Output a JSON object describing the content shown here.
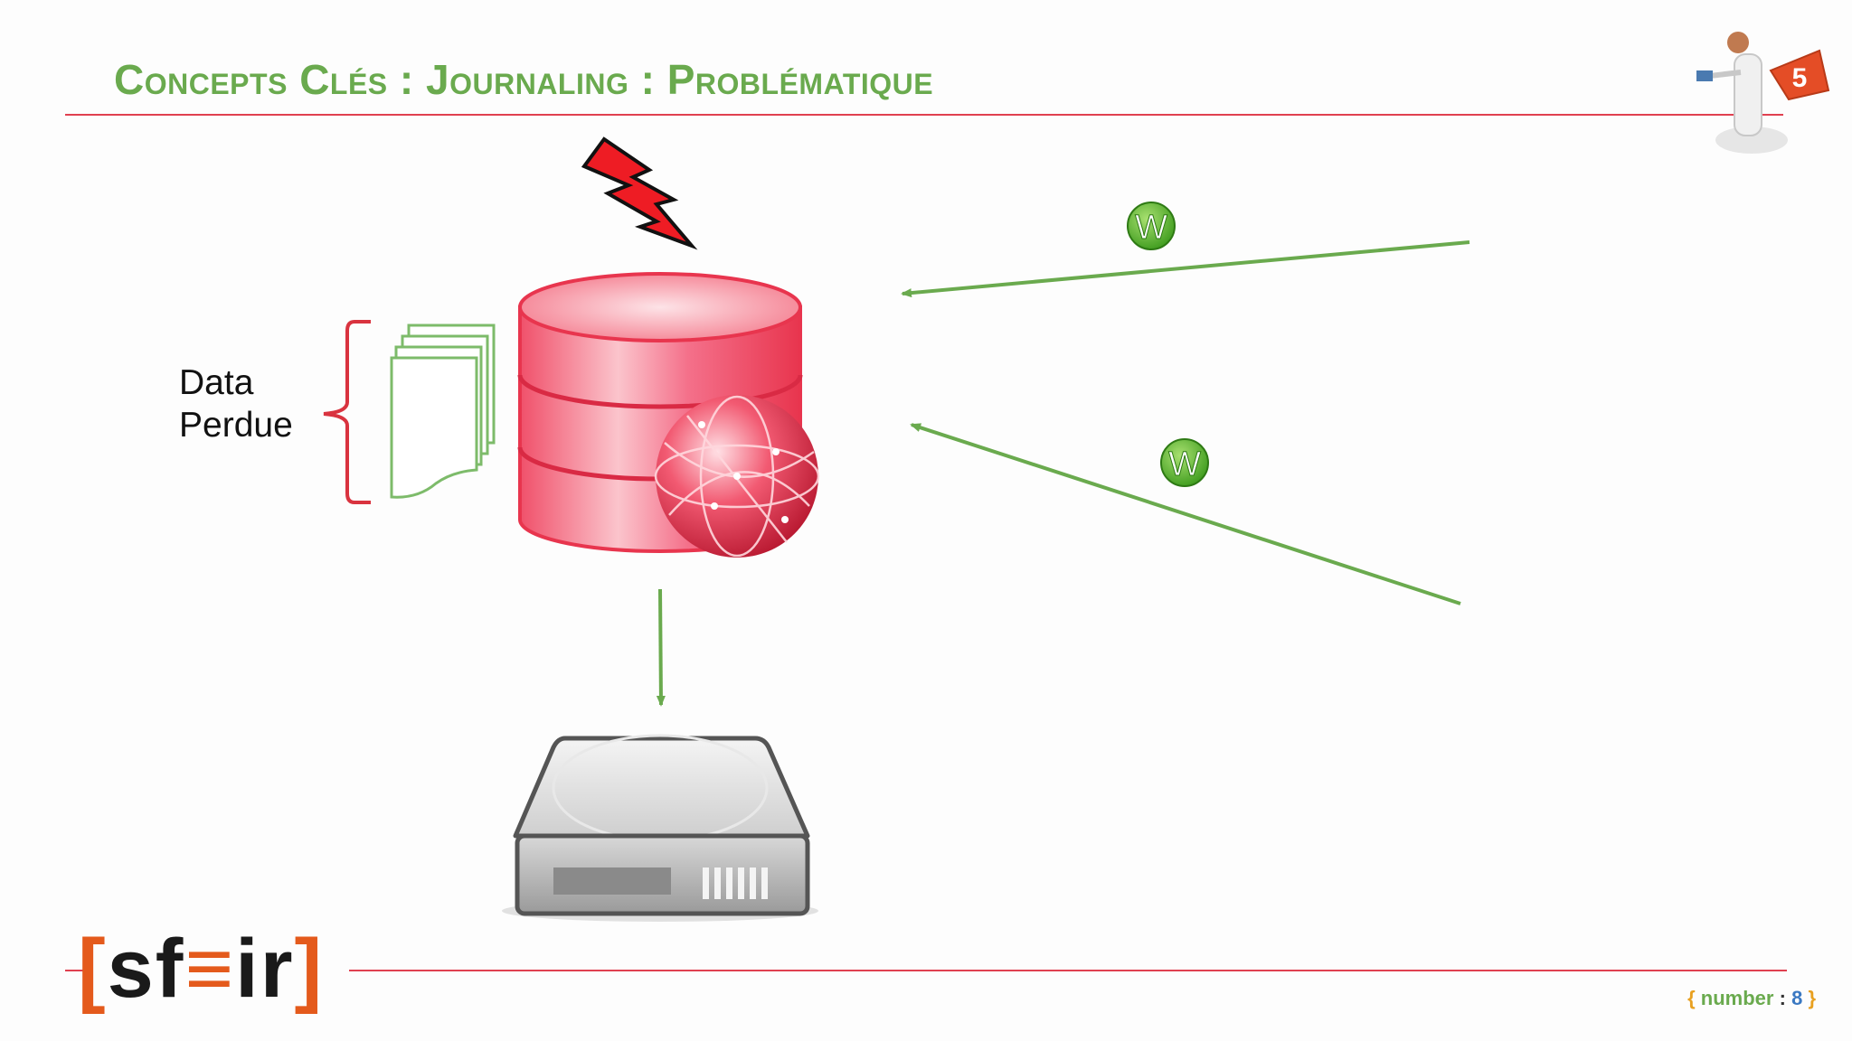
{
  "slide": {
    "title": "Concepts Clés : Journaling : Problématique",
    "lost_data_label": [
      "Data",
      "Perdue"
    ],
    "write_badge_label": "W",
    "footer": {
      "open_brace": "{",
      "key": "number",
      "separator": ":",
      "value": "8",
      "close_brace": "}"
    },
    "logo": {
      "open_bracket": "[",
      "text_before": "sf",
      "symbol": "≡",
      "text_after": "ir",
      "close_bracket": "]"
    }
  },
  "colors": {
    "title": "#6aaa4e",
    "rule": "#e04050",
    "arrow": "#6aaa4e",
    "database": "#ef4a5e",
    "brace": "#d9333f",
    "logo_accent": "#e45a1c"
  },
  "icons": [
    "lightning-icon",
    "database-globe-icon",
    "document-stack-icon",
    "hard-drive-icon",
    "write-badge-icon",
    "mascot-html5-icon"
  ]
}
